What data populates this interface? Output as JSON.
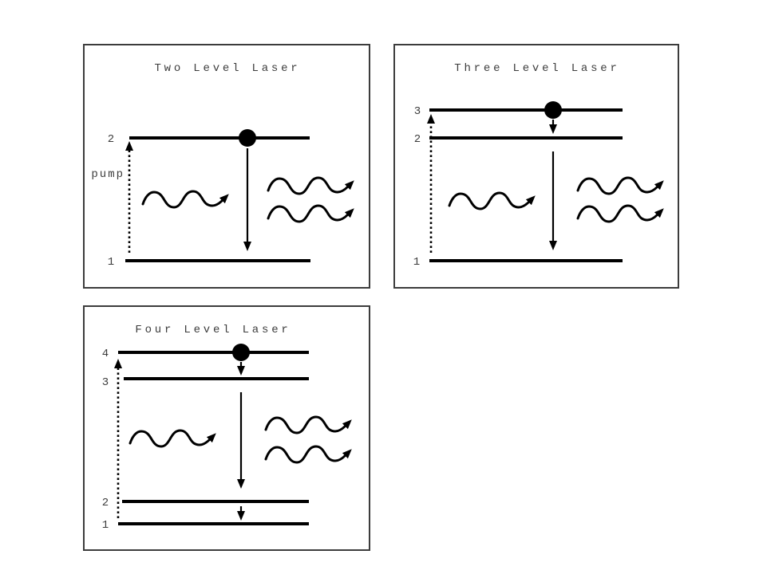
{
  "figure": {
    "background": "#ffffff",
    "line_color": "#000000",
    "text_color": "#3d3d3d",
    "panel_border_color": "#3c3c3c"
  },
  "icons": {
    "pump": "dotted-up-arrow",
    "stimulating_photon": "wavy-right-arrow",
    "emitted_photons": "double-wavy-right-arrow",
    "excited_population": "filled-circle",
    "decay_transition": "solid-down-arrow"
  },
  "panels": [
    {
      "title": "Two Level Laser",
      "pump_label": "pump",
      "levels": [
        "2",
        "1"
      ]
    },
    {
      "title": "Three Level Laser",
      "levels": [
        "3",
        "2",
        "1"
      ]
    },
    {
      "title": "Four Level Laser",
      "levels": [
        "4",
        "3",
        "2",
        "1"
      ]
    }
  ]
}
